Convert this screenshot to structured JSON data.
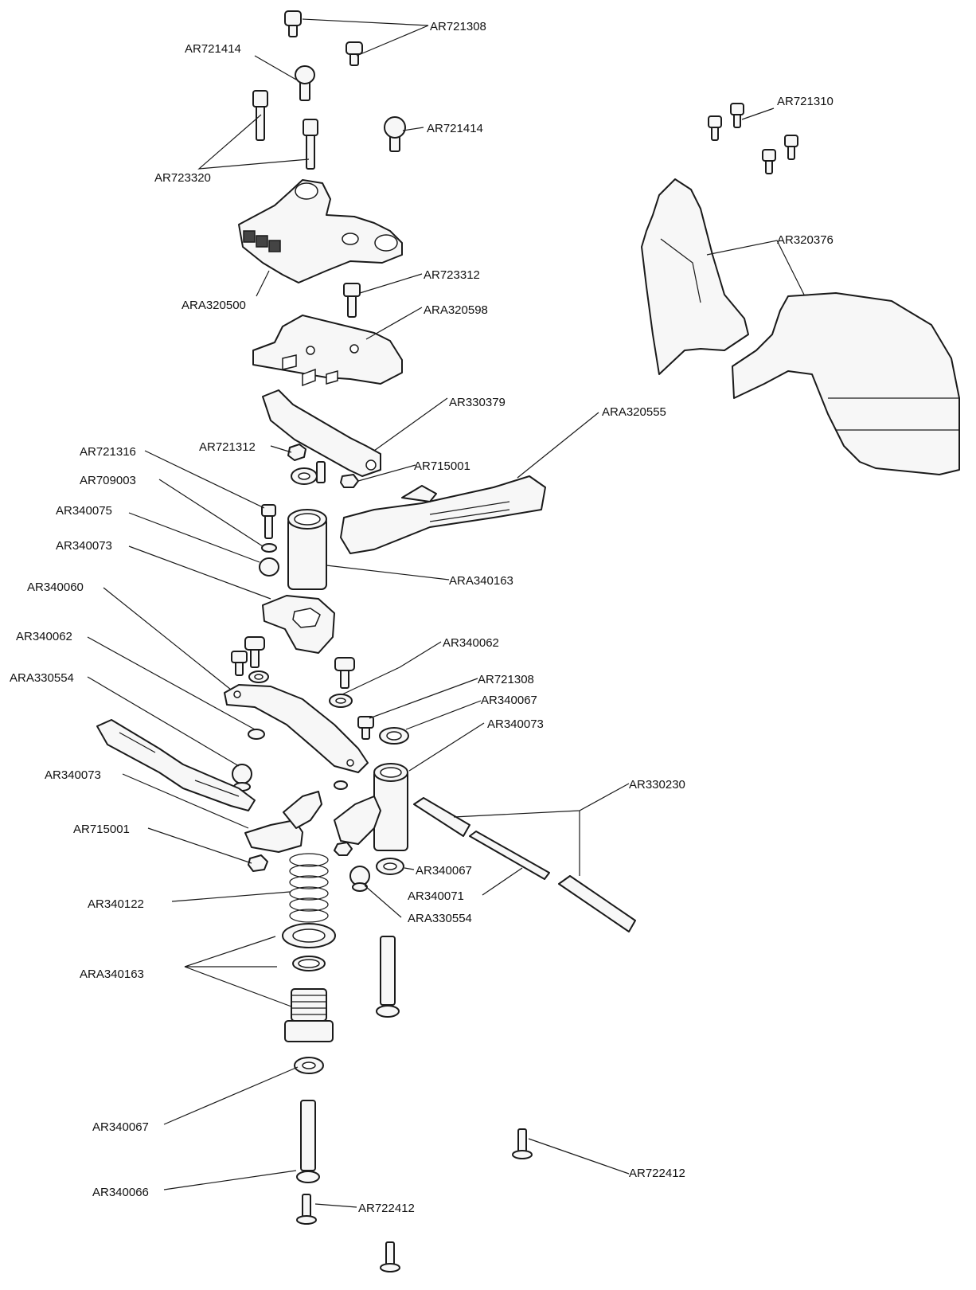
{
  "labels": {
    "ar721308_top": "AR721308",
    "ar721414_a": "AR721414",
    "ar721414_b": "AR721414",
    "ar723320": "AR723320",
    "ara320500": "ARA320500",
    "ar723312": "AR723312",
    "ara320598": "ARA320598",
    "ar330379": "AR330379",
    "ar721312": "AR721312",
    "ar715001_top": "AR715001",
    "ara320555": "ARA320555",
    "ar721316": "AR721316",
    "ar709003": "AR709003",
    "ar340075": "AR340075",
    "ar340073_a": "AR340073",
    "ara340163_top": "ARA340163",
    "ar340060": "AR340060",
    "ar340062_left": "AR340062",
    "ar340062_right": "AR340062",
    "ar721308_mid": "AR721308",
    "ar340067_a": "AR340067",
    "ar340073_b": "AR340073",
    "ara330554_left": "ARA330554",
    "ar340073_c": "AR340073",
    "ar330230": "AR330230",
    "ar715001_bottom": "AR715001",
    "ar340067_b": "AR340067",
    "ar340071": "AR340071",
    "ara330554_right": "ARA330554",
    "ar340122": "AR340122",
    "ara340163_bottom": "ARA340163",
    "ar340067_c": "AR340067",
    "ar340066": "AR340066",
    "ar722412_a": "AR722412",
    "ar722412_b": "AR722412",
    "ar721310": "AR721310",
    "ar320376": "AR320376"
  }
}
